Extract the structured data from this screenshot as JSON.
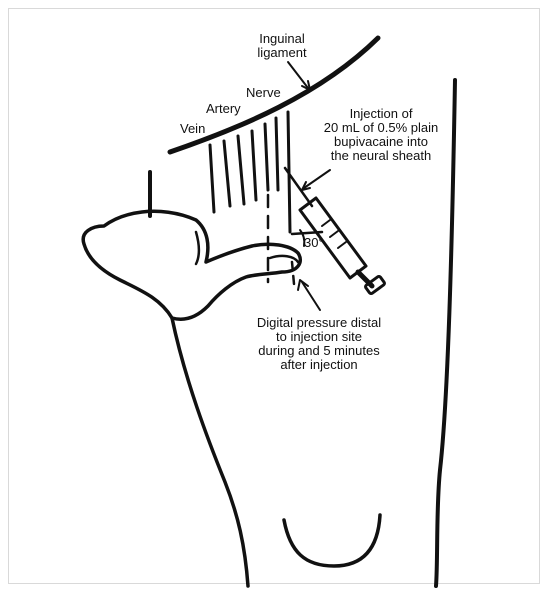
{
  "figure": {
    "labels": {
      "inguinal": "Inguinal",
      "ligament": "ligament",
      "nerve": "Nerve",
      "artery": "Artery",
      "vein": "Vein",
      "injection": [
        "Injection of",
        "20 mL of 0.5% plain",
        "bupivacaine into",
        "the neural sheath"
      ],
      "angle": "30°",
      "pressure": [
        "Digital pressure distal",
        "to injection site",
        "during and 5 minutes",
        "after injection"
      ]
    }
  }
}
